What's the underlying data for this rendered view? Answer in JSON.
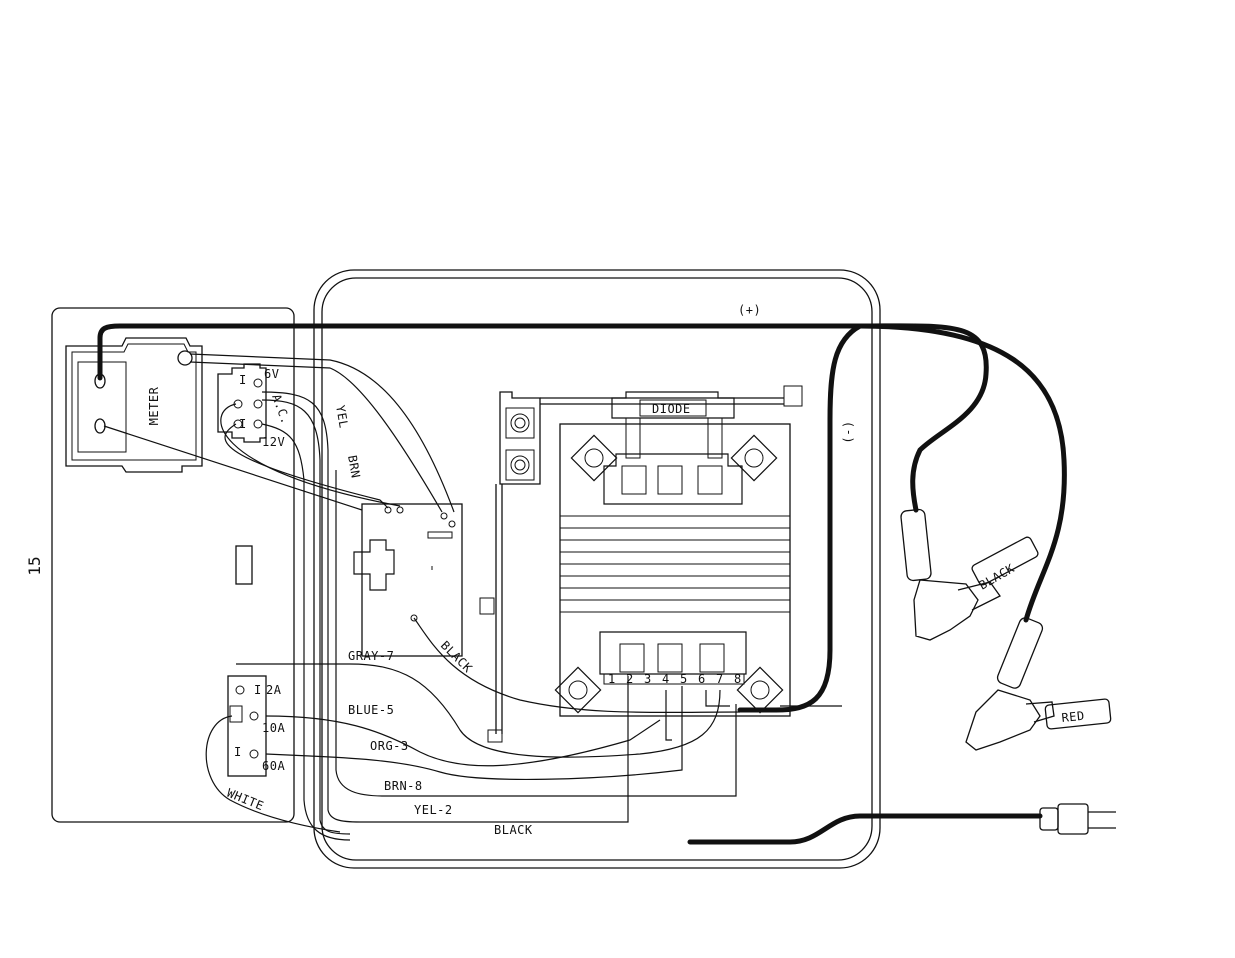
{
  "page_number": "15",
  "labels": {
    "meter": "METER",
    "v6": "6V",
    "ac": "A.C.",
    "v12": "12V",
    "yel": "YEL",
    "brn": "BRN",
    "diode": "DIODE",
    "plus": "(+)",
    "minus": "(-)",
    "black_lead": "BLACK",
    "gray7": "GRAY-7",
    "blue5": "BLUE-5",
    "org3": "ORG-3",
    "brn8": "BRN-8",
    "yel2": "YEL-2",
    "black_bottom": "BLACK",
    "white": "WHITE",
    "a2": "2A",
    "a10": "10A",
    "a60": "60A",
    "clamp_black": "BLACK",
    "clamp_red": "RED",
    "term_1": "1",
    "term_2": "2",
    "term_3": "3",
    "term_4": "4",
    "term_5": "5",
    "term_6": "6",
    "term_7": "7",
    "term_8": "8"
  }
}
